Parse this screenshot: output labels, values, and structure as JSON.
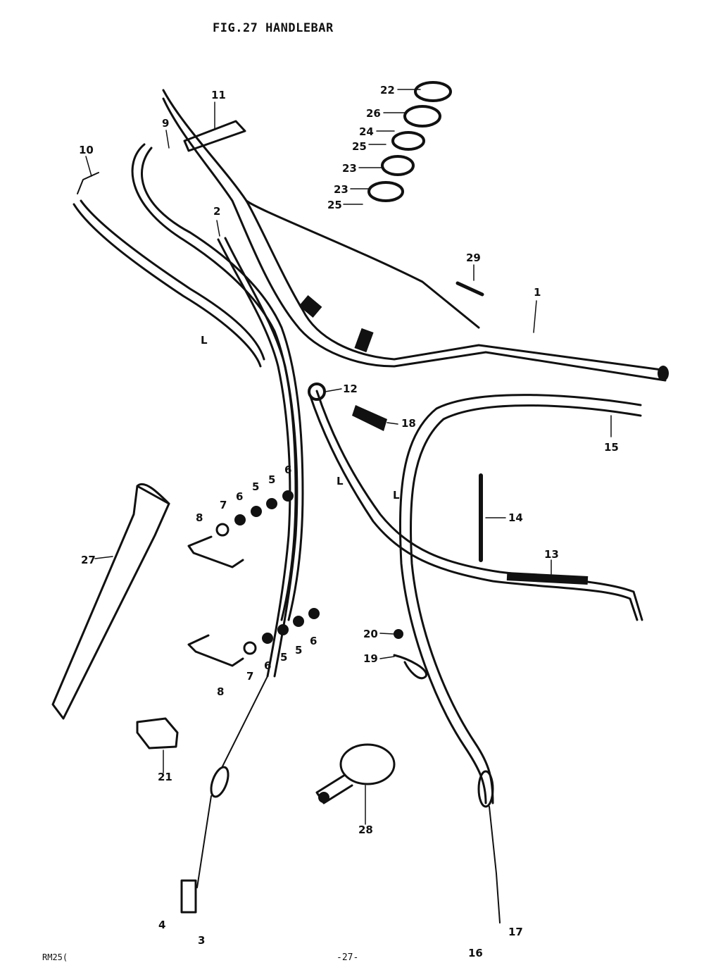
{
  "title": "FIG.27  HANDLEBAR",
  "footer": {
    "model": "RM25(",
    "page": "-27-"
  },
  "callouts": [
    {
      "id": "c1",
      "text": "1"
    },
    {
      "id": "c2",
      "text": "2"
    },
    {
      "id": "c9",
      "text": "9"
    },
    {
      "id": "c10",
      "text": "10"
    },
    {
      "id": "c11",
      "text": "11"
    },
    {
      "id": "c12",
      "text": "12"
    },
    {
      "id": "c13",
      "text": "13"
    },
    {
      "id": "c14",
      "text": "14"
    },
    {
      "id": "c15",
      "text": "15"
    },
    {
      "id": "c16",
      "text": "16"
    },
    {
      "id": "c17",
      "text": "17"
    },
    {
      "id": "c18",
      "text": "18"
    },
    {
      "id": "c19",
      "text": "19"
    },
    {
      "id": "c20",
      "text": "20"
    },
    {
      "id": "c21",
      "text": "21"
    },
    {
      "id": "c22",
      "text": "22"
    },
    {
      "id": "c23a",
      "text": "23"
    },
    {
      "id": "c23b",
      "text": "23"
    },
    {
      "id": "c24",
      "text": "24"
    },
    {
      "id": "c25a",
      "text": "25"
    },
    {
      "id": "c25b",
      "text": "25"
    },
    {
      "id": "c26",
      "text": "26"
    },
    {
      "id": "c27",
      "text": "27"
    },
    {
      "id": "c28",
      "text": "28"
    },
    {
      "id": "c29",
      "text": "29"
    },
    {
      "id": "c3",
      "text": "3"
    },
    {
      "id": "c4",
      "text": "4"
    },
    {
      "id": "c5a",
      "text": "5"
    },
    {
      "id": "c5b",
      "text": "5"
    },
    {
      "id": "c5c",
      "text": "5"
    },
    {
      "id": "c5d",
      "text": "5"
    },
    {
      "id": "c6a",
      "text": "6"
    },
    {
      "id": "c6b",
      "text": "6"
    },
    {
      "id": "c6c",
      "text": "6"
    },
    {
      "id": "c6d",
      "text": "6"
    },
    {
      "id": "c7a",
      "text": "7"
    },
    {
      "id": "c7b",
      "text": "7"
    },
    {
      "id": "c8a",
      "text": "8"
    },
    {
      "id": "c8b",
      "text": "8"
    },
    {
      "id": "cLa",
      "text": "L"
    },
    {
      "id": "cLb",
      "text": "L"
    },
    {
      "id": "cLc",
      "text": "L"
    }
  ]
}
